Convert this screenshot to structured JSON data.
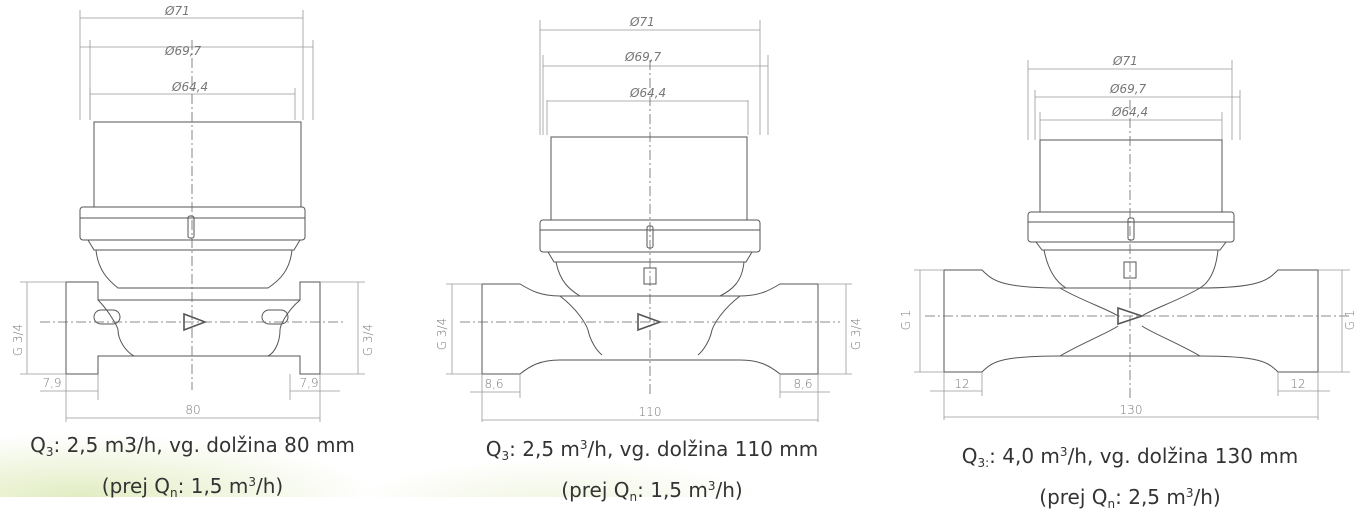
{
  "meters": [
    {
      "dim_outer": "Ø71",
      "dim_mid": "Ø69,7",
      "dim_inner": "Ø64,4",
      "thread_left": "G 3/4",
      "thread_right": "G 3/4",
      "end_left": "7,9",
      "end_right": "7,9",
      "length": "80",
      "caption": {
        "q_sub": "3",
        "line1_rest": ": 2,5 m3/h, vg. dolžina 80 mm",
        "line2_a": "(prej Q",
        "line2_sub": "n",
        "line2_b": ": 1,5 m",
        "line2_sup": "3",
        "line2_c": "/h)"
      }
    },
    {
      "dim_outer": "Ø71",
      "dim_mid": "Ø69,7",
      "dim_inner": "Ø64,4",
      "thread_left": "G 3/4",
      "thread_right": "G 3/4",
      "end_left": "8,6",
      "end_right": "8,6",
      "length": "110",
      "caption": {
        "q_sub": "3",
        "line1_a": ": 2,5 m",
        "line1_sup": "3",
        "line1_b": "/h, vg. dolžina 110 mm",
        "line2_a": "(prej Q",
        "line2_sub": "n",
        "line2_b": ": 1,5 m",
        "line2_sup": "3",
        "line2_c": "/h)"
      }
    },
    {
      "dim_outer": "Ø71",
      "dim_mid": "Ø69,7",
      "dim_inner": "Ø64,4",
      "thread_left": "G 1",
      "thread_right": "G 1",
      "end_left": "12",
      "end_right": "12",
      "length": "130",
      "caption": {
        "q_sub": "3:",
        "line1_a": ": 4,0 m",
        "line1_sup": "3",
        "line1_b": "/h, vg. dolžina 130 mm",
        "line2_a": "(prej Q",
        "line2_sub": "n",
        "line2_b": ": 2,5 m",
        "line2_sup": "3",
        "line2_c": "/h)"
      }
    }
  ]
}
